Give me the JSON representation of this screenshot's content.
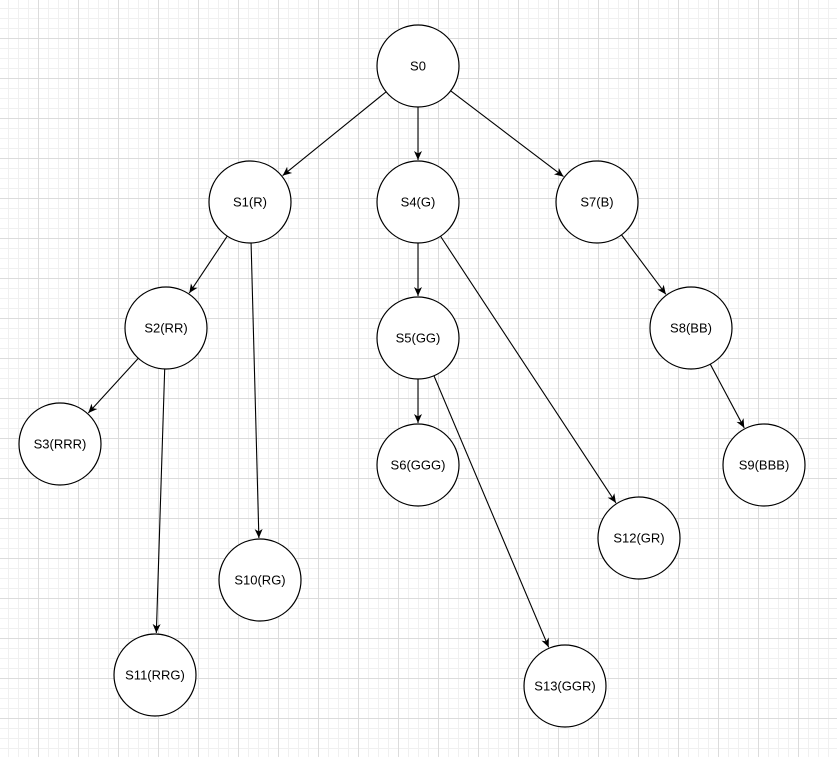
{
  "diagram": {
    "nodes": [
      {
        "id": "S0",
        "label": "S0"
      },
      {
        "id": "S1",
        "label": "S1(R)"
      },
      {
        "id": "S4",
        "label": "S4(G)"
      },
      {
        "id": "S7",
        "label": "S7(B)"
      },
      {
        "id": "S2",
        "label": "S2(RR)"
      },
      {
        "id": "S5",
        "label": "S5(GG)"
      },
      {
        "id": "S8",
        "label": "S8(BB)"
      },
      {
        "id": "S3",
        "label": "S3(RRR)"
      },
      {
        "id": "S6",
        "label": "S6(GGG)"
      },
      {
        "id": "S9",
        "label": "S9(BBB)"
      },
      {
        "id": "S10",
        "label": "S10(RG)"
      },
      {
        "id": "S11",
        "label": "S11(RRG)"
      },
      {
        "id": "S12",
        "label": "S12(GR)"
      },
      {
        "id": "S13",
        "label": "S13(GGR)"
      }
    ],
    "edges": [
      {
        "from": "S0",
        "to": "S1"
      },
      {
        "from": "S0",
        "to": "S4"
      },
      {
        "from": "S0",
        "to": "S7"
      },
      {
        "from": "S1",
        "to": "S2"
      },
      {
        "from": "S1",
        "to": "S10"
      },
      {
        "from": "S2",
        "to": "S3"
      },
      {
        "from": "S2",
        "to": "S11"
      },
      {
        "from": "S4",
        "to": "S5"
      },
      {
        "from": "S4",
        "to": "S12"
      },
      {
        "from": "S5",
        "to": "S6"
      },
      {
        "from": "S5",
        "to": "S13"
      },
      {
        "from": "S7",
        "to": "S8"
      },
      {
        "from": "S8",
        "to": "S9"
      }
    ]
  }
}
